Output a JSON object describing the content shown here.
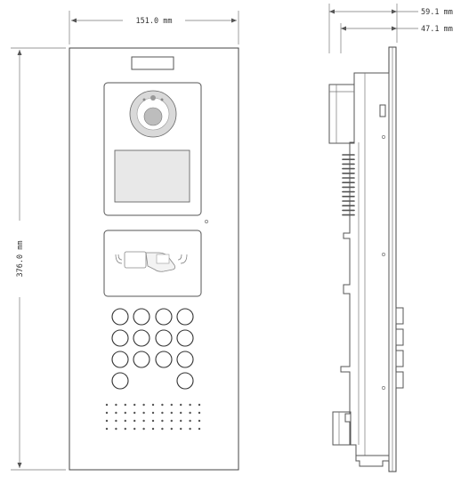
{
  "dimensions": {
    "front_width": "151.0 mm",
    "front_height": "376.0 mm",
    "side_depth_total": "59.1 mm",
    "side_depth_body": "47.1 mm"
  },
  "keypad": {
    "rows": [
      4,
      4,
      4,
      2
    ]
  },
  "speaker_grille": {
    "rows": 4,
    "columns": 11
  },
  "colors": {
    "line": "#444444",
    "background": "#ffffff",
    "screen_fill": "#e8e8e8"
  },
  "icons": [
    "camera-lens-icon",
    "card-reader-icon",
    "hand-with-card-icon"
  ]
}
